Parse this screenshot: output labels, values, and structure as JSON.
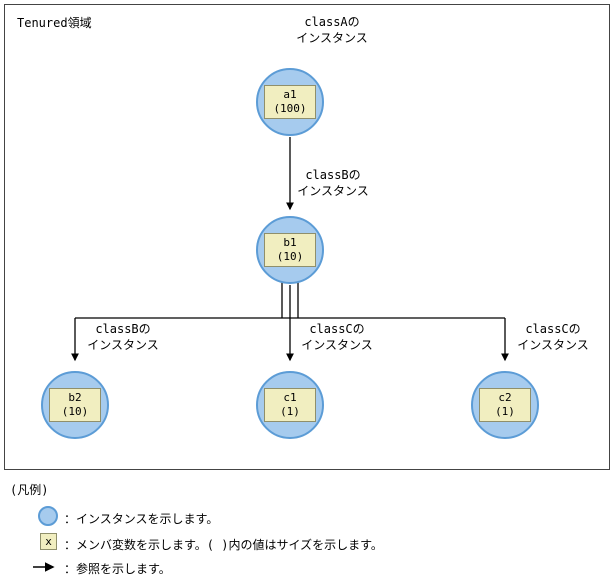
{
  "colors": {
    "circle_fill": "#A6CBEE",
    "circle_stroke": "#5C9CD6",
    "box_fill": "#F1EEC0",
    "box_stroke": "#8F8F6B",
    "line": "#000000"
  },
  "diagram": {
    "area_label": "Tenured領域",
    "labels": {
      "a1": "classAの\nインスタンス",
      "b1": "classBの\nインスタンス",
      "b2": "classBの\nインスタンス",
      "c1": "classCの\nインスタンス",
      "c2": "classCの\nインスタンス"
    },
    "nodes": {
      "a1": {
        "name": "a1",
        "size": "(100)"
      },
      "b1": {
        "name": "b1",
        "size": "(10)"
      },
      "b2": {
        "name": "b2",
        "size": "(10)"
      },
      "c1": {
        "name": "c1",
        "size": "(1)"
      },
      "c2": {
        "name": "c2",
        "size": "(1)"
      }
    }
  },
  "legend": {
    "title": "(凡例)",
    "instance_label": "：インスタンスを示します。",
    "member_symbol": "x",
    "member_label": "：メンバ変数を示します。( )内の値はサイズを示します。",
    "reference_label": "：参照を示します。"
  }
}
